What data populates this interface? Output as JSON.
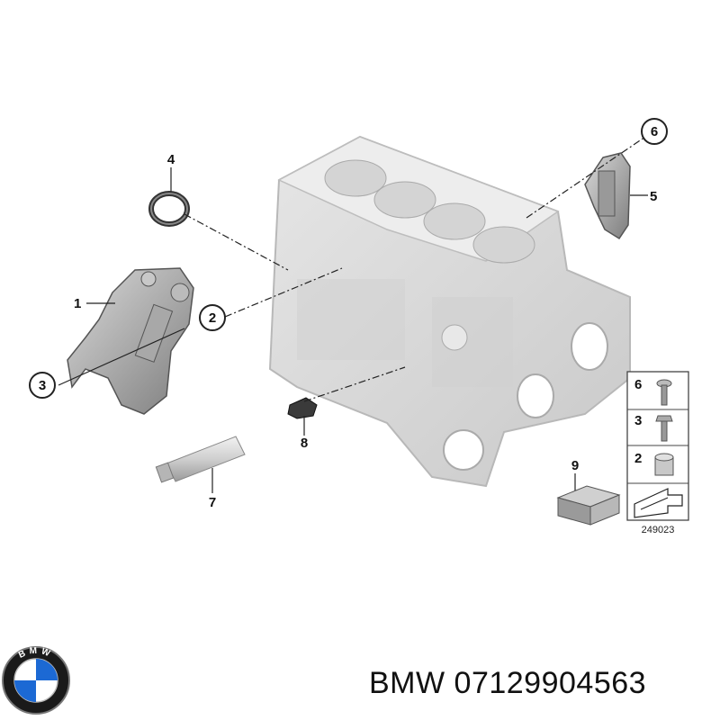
{
  "callouts": {
    "c1": "1",
    "c2": "2",
    "c3": "3",
    "c4": "4",
    "c5": "5",
    "c6": "6",
    "c7": "7",
    "c8": "8",
    "c9": "9"
  },
  "legend": {
    "items": [
      "6",
      "3",
      "2"
    ],
    "code": "249023"
  },
  "logo": {
    "text": "BMW"
  },
  "caption": {
    "brand": "BMW",
    "part_number": "07129904563"
  }
}
